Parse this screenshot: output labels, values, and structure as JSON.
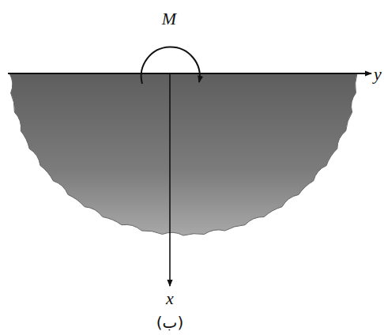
{
  "diagram": {
    "caption": "(ب)",
    "labels": [
      "M",
      "y",
      "x"
    ]
  }
}
